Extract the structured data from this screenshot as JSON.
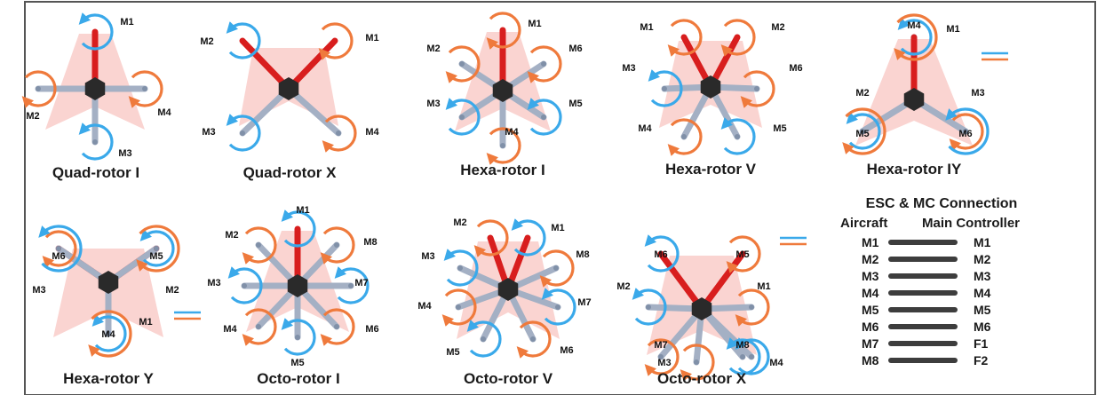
{
  "colors": {
    "cw": "#ef7a3c",
    "ccw": "#3aa9ea",
    "arm": "#a4b0c4",
    "front_arm": "#d81e1e",
    "hub": "#2a2a2a",
    "wedge": "#f8c6c1",
    "equals_orange": "#ef7a3c",
    "equals_blue": "#3aa9ea",
    "border": "#555555"
  },
  "frames": [
    {
      "id": "quad-i",
      "title": "Quad-rotor I",
      "motors": [
        {
          "label": "M1",
          "dir": "ccw",
          "front": true
        },
        {
          "label": "M2",
          "dir": "cw"
        },
        {
          "label": "M3",
          "dir": "ccw"
        },
        {
          "label": "M4",
          "dir": "cw"
        }
      ]
    },
    {
      "id": "quad-x",
      "title": "Quad-rotor X",
      "motors": [
        {
          "label": "M1",
          "dir": "ccw",
          "front": true
        },
        {
          "label": "M2",
          "dir": "cw",
          "front": true
        },
        {
          "label": "M3",
          "dir": "ccw"
        },
        {
          "label": "M4",
          "dir": "cw"
        }
      ]
    },
    {
      "id": "hexa-i",
      "title": "Hexa-rotor I",
      "motors": [
        {
          "label": "M1",
          "dir": "cw",
          "front": true
        },
        {
          "label": "M2",
          "dir": "cw"
        },
        {
          "label": "M3",
          "dir": "ccw"
        },
        {
          "label": "M4",
          "dir": "cw"
        },
        {
          "label": "M5",
          "dir": "ccw"
        },
        {
          "label": "M6",
          "dir": "cw"
        }
      ]
    },
    {
      "id": "hexa-v",
      "title": "Hexa-rotor V",
      "motors": [
        {
          "label": "M1",
          "dir": "cw",
          "front": true
        },
        {
          "label": "M2",
          "dir": "cw",
          "front": true
        },
        {
          "label": "M3",
          "dir": "ccw"
        },
        {
          "label": "M4",
          "dir": "cw"
        },
        {
          "label": "M5",
          "dir": "ccw"
        },
        {
          "label": "M6",
          "dir": "cw"
        }
      ]
    },
    {
      "id": "hexa-iy",
      "title": "Hexa-rotor IY",
      "motors": [
        {
          "label": "M1",
          "dir": "ccw"
        },
        {
          "label": "M4",
          "dir": "cw",
          "front": true
        },
        {
          "label": "M2",
          "dir": "ccw"
        },
        {
          "label": "M5",
          "dir": "cw"
        },
        {
          "label": "M3",
          "dir": "cw"
        },
        {
          "label": "M6",
          "dir": "ccw"
        }
      ]
    },
    {
      "id": "hexa-y",
      "title": "Hexa-rotor Y",
      "motors": [
        {
          "label": "M6",
          "dir": "cw",
          "front": true
        },
        {
          "label": "M3",
          "dir": "ccw"
        },
        {
          "label": "M5",
          "dir": "ccw",
          "front": true
        },
        {
          "label": "M2",
          "dir": "cw"
        },
        {
          "label": "M4",
          "dir": "ccw"
        },
        {
          "label": "M1",
          "dir": "cw"
        }
      ]
    },
    {
      "id": "octo-i",
      "title": "Octo-rotor I",
      "motors": [
        {
          "label": "M1",
          "dir": "ccw",
          "front": true
        },
        {
          "label": "M8",
          "dir": "cw"
        },
        {
          "label": "M7",
          "dir": "ccw"
        },
        {
          "label": "M6",
          "dir": "cw"
        },
        {
          "label": "M5",
          "dir": "ccw"
        },
        {
          "label": "M4",
          "dir": "cw"
        },
        {
          "label": "M3",
          "dir": "ccw"
        },
        {
          "label": "M2",
          "dir": "cw"
        }
      ]
    },
    {
      "id": "octo-v",
      "title": "Octo-rotor V",
      "motors": [
        {
          "label": "M1",
          "dir": "ccw",
          "front": true
        },
        {
          "label": "M2",
          "dir": "cw",
          "front": true
        },
        {
          "label": "M3",
          "dir": "ccw"
        },
        {
          "label": "M4",
          "dir": "cw"
        },
        {
          "label": "M5",
          "dir": "ccw"
        },
        {
          "label": "M6",
          "dir": "cw"
        },
        {
          "label": "M7",
          "dir": "ccw"
        },
        {
          "label": "M8",
          "dir": "cw"
        }
      ]
    },
    {
      "id": "octo-x",
      "title": "Octo-rotor X",
      "motors": [
        {
          "label": "M6",
          "dir": "ccw",
          "front": true
        },
        {
          "label": "M5",
          "dir": "cw",
          "front": true
        },
        {
          "label": "M2",
          "dir": "ccw"
        },
        {
          "label": "M1",
          "dir": "cw"
        },
        {
          "label": "M7",
          "dir": "cw"
        },
        {
          "label": "M8",
          "dir": "ccw"
        },
        {
          "label": "M3",
          "dir": "cw"
        },
        {
          "label": "M4",
          "dir": "ccw"
        }
      ]
    }
  ],
  "esc_table": {
    "title": "ESC & MC Connection",
    "col_left": "Aircraft",
    "col_right": "Main Controller",
    "rows": [
      {
        "aircraft": "M1",
        "controller": "M1"
      },
      {
        "aircraft": "M2",
        "controller": "M2"
      },
      {
        "aircraft": "M3",
        "controller": "M3"
      },
      {
        "aircraft": "M4",
        "controller": "M4"
      },
      {
        "aircraft": "M5",
        "controller": "M5"
      },
      {
        "aircraft": "M6",
        "controller": "M6"
      },
      {
        "aircraft": "M7",
        "controller": "F1"
      },
      {
        "aircraft": "M8",
        "controller": "F2"
      }
    ]
  }
}
